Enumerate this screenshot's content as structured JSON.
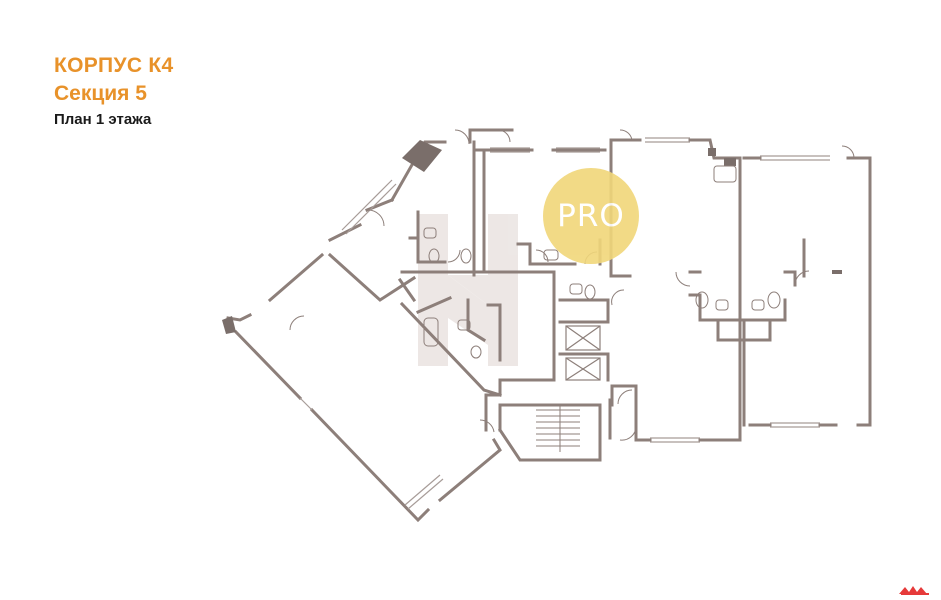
{
  "header": {
    "building": "КОРПУС К4",
    "section": "Секция 5",
    "floor_plan": "План 1 этажа"
  },
  "badge": {
    "text": "PRO"
  },
  "colors": {
    "title_accent": "#e8922a",
    "wall": "#8d7f7a",
    "badge": "#f1d77a",
    "watermark": "#d9d0cd",
    "logo": "#e63a3a"
  },
  "icons": [
    "door-swing-icon",
    "toilet-icon",
    "sink-icon",
    "bathtub-icon",
    "stairs-icon",
    "elevator-icon",
    "logo-icon"
  ]
}
